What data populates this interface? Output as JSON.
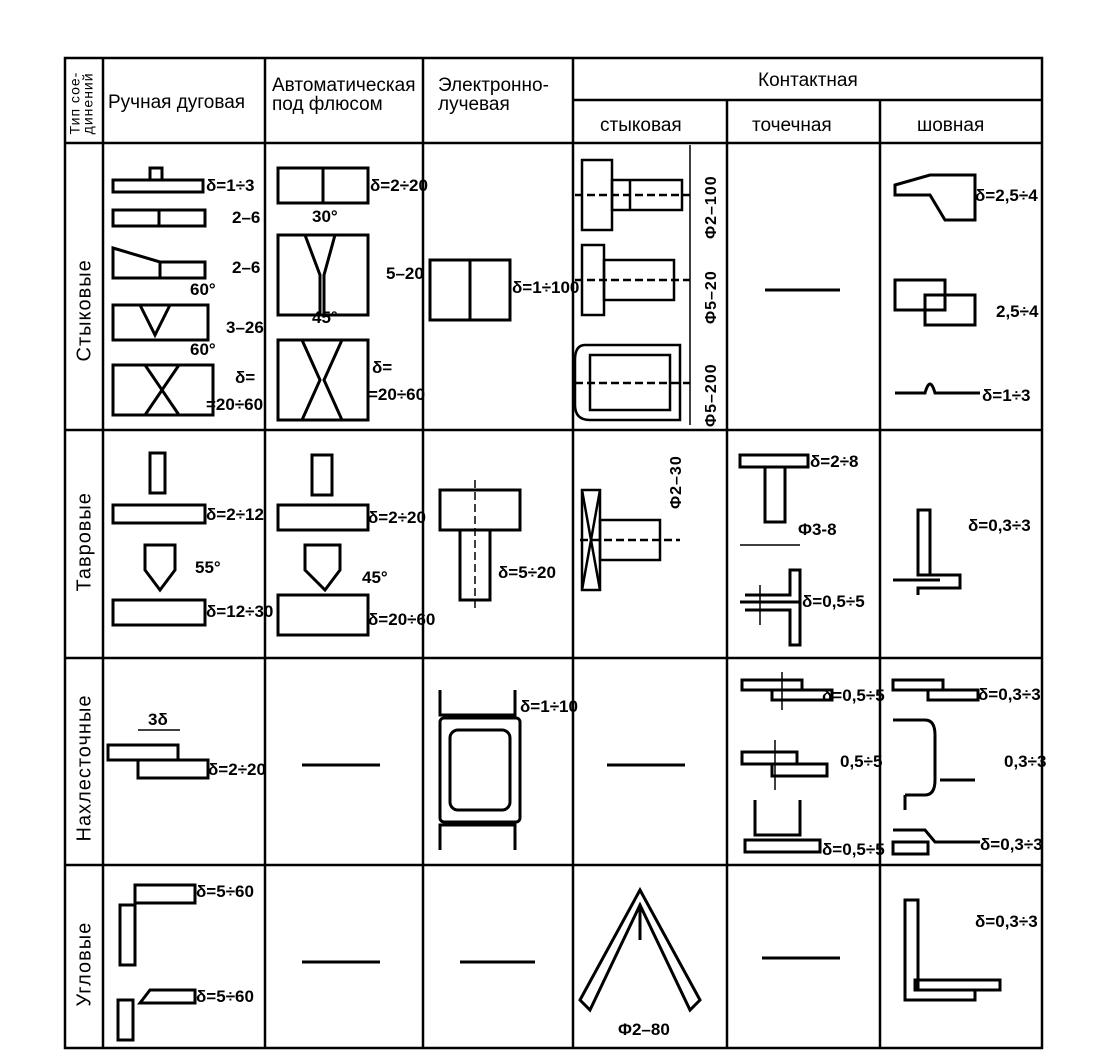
{
  "table": {
    "corner_header": "Тип сое-\nдинений",
    "col_headers": {
      "manual_arc": "Ручная дуговая",
      "auto_flux": "Автоматическая\nпод флюсом",
      "electron_beam": "Электронно-\nлучевая",
      "contact": "Контактная",
      "contact_butt": "стыковая",
      "contact_spot": "точечная",
      "contact_seam": "шовная"
    },
    "row_headers": {
      "butt": "Стыковые",
      "tee": "Тавровые",
      "lap": "Нахлесточные",
      "corner": "Угловые"
    },
    "none_mark": "—"
  },
  "dims": {
    "butt_manual": [
      "δ=1÷3",
      "2–6",
      "2–6",
      "60°",
      "3–26",
      "60°",
      "δ=",
      "=20÷60"
    ],
    "butt_auto": [
      "δ=2÷20",
      "30°",
      "5–20",
      "45°",
      "δ=",
      "=20÷60"
    ],
    "butt_eb": [
      "δ=1÷100"
    ],
    "butt_contact_butt": [
      "Φ2–100",
      "Φ5–20",
      "Φ5–200"
    ],
    "butt_seam": [
      "δ=2,5÷4",
      "2,5÷4",
      "δ=1÷3"
    ],
    "tee_manual": [
      "δ=2÷12",
      "55°",
      "δ=12÷30"
    ],
    "tee_auto": [
      "δ=2÷20",
      "45°",
      "δ=20÷60"
    ],
    "tee_eb": [
      "δ=5÷20"
    ],
    "tee_contact_butt": [
      "Φ2–30"
    ],
    "tee_spot": [
      "δ=2÷8",
      "Φ3-8",
      "δ=0,5÷5"
    ],
    "tee_seam": [
      "δ=0,3÷3"
    ],
    "lap_manual": [
      "3δ",
      "δ=2÷20"
    ],
    "lap_eb": [
      "δ=1÷10"
    ],
    "lap_spot": [
      "δ=0,5÷5",
      "0,5÷5",
      "δ=0,5÷5"
    ],
    "lap_seam": [
      "δ=0,3÷3",
      "0,3÷3",
      "δ=0,3÷3"
    ],
    "corner_manual": [
      "δ=5÷60",
      "δ=5÷60"
    ],
    "corner_contact_butt": [
      "Φ2–80"
    ],
    "corner_seam": [
      "δ=0,3÷3"
    ]
  }
}
